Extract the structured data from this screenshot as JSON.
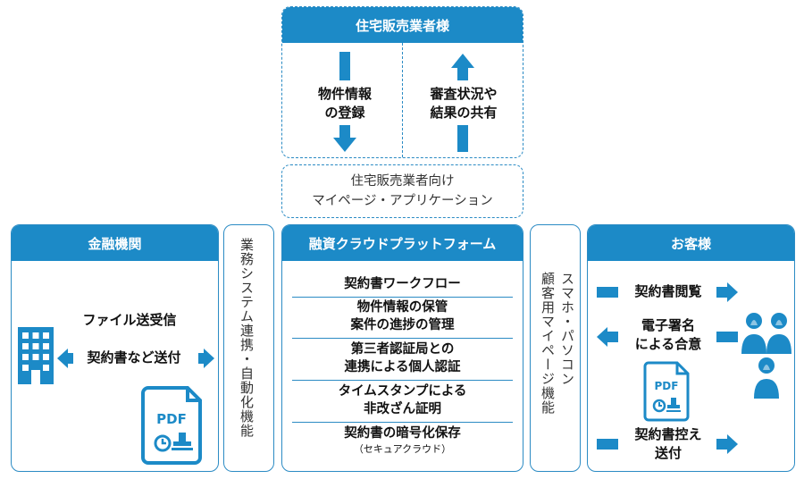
{
  "housing": {
    "title": "住宅販売業者様",
    "left_action": [
      "物件情報",
      "の登録"
    ],
    "right_action": [
      "審査状況や",
      "結果の共有"
    ]
  },
  "mypage_app": [
    "住宅販売業者向け",
    "マイページ・アプリケーション"
  ],
  "bank": {
    "title": "金融機関",
    "line1": "ファイル送受信",
    "line2": "契約書など送付",
    "pdf_label": "PDF"
  },
  "business_system": "業務システム連携・自動化機能",
  "platform": {
    "title": "融資クラウドプラットフォーム",
    "items": [
      {
        "line1": "契約書ワークフロー",
        "line2": ""
      },
      {
        "line1": "物件情報の保管",
        "line2": "案件の進捗の管理"
      },
      {
        "line1": "第三者認証局との",
        "line2": "連携による個人認証"
      },
      {
        "line1": "タイムスタンプによる",
        "line2": "非改ざん証明"
      },
      {
        "line1": "契約書の暗号化保存",
        "line2": "（セキュアクラウド）"
      }
    ]
  },
  "customer_mypage": {
    "col1": "スマホ・パソコン",
    "col2": "顧客用マイページ機能"
  },
  "customer": {
    "title": "お客様",
    "view": "契約書閲覧",
    "sign": [
      "電子署名",
      "による合意"
    ],
    "send": [
      "契約書控え",
      "送付"
    ],
    "pdf_label": "PDF"
  },
  "colors": {
    "accent": "#1c8ac7",
    "border": "#2b8bc4"
  },
  "icons": [
    "building-icon",
    "pdf-document-icon",
    "arrow-down-icon",
    "arrow-up-icon",
    "arrow-left-right-icon",
    "arrow-right-icon",
    "arrow-left-icon",
    "customers-icon"
  ]
}
